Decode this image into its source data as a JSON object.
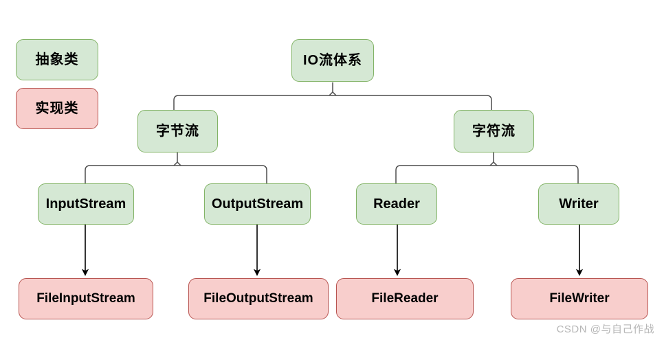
{
  "diagram": {
    "type": "tree-hierarchy",
    "title": "IO流体系",
    "colors": {
      "abstract_fill": "#d5e8d4",
      "abstract_stroke": "#82b366",
      "impl_fill": "#f8cecc",
      "impl_stroke": "#b85450",
      "connector_stroke": "#4d4d4d",
      "arrow_stroke": "#000000",
      "watermark_text": "#b6b6b6",
      "background": "#ffffff"
    },
    "legend": [
      {
        "label": "抽象类",
        "kind": "abstract"
      },
      {
        "label": "实现类",
        "kind": "impl"
      }
    ],
    "root": {
      "label": "IO流体系",
      "kind": "abstract"
    },
    "level2": [
      {
        "label": "字节流",
        "kind": "abstract"
      },
      {
        "label": "字符流",
        "kind": "abstract"
      }
    ],
    "level3": [
      {
        "label": "InputStream",
        "kind": "abstract"
      },
      {
        "label": "OutputStream",
        "kind": "abstract"
      },
      {
        "label": "Reader",
        "kind": "abstract"
      },
      {
        "label": "Writer",
        "kind": "abstract"
      }
    ],
    "level4": [
      {
        "label": "FileInputStream",
        "kind": "impl"
      },
      {
        "label": "FileOutputStream",
        "kind": "impl"
      },
      {
        "label": "FileReader",
        "kind": "impl"
      },
      {
        "label": "FileWriter",
        "kind": "impl"
      }
    ],
    "edges": [
      {
        "from": "IO流体系",
        "to": "字节流",
        "style": "bracket"
      },
      {
        "from": "IO流体系",
        "to": "字符流",
        "style": "bracket"
      },
      {
        "from": "字节流",
        "to": "InputStream",
        "style": "bracket"
      },
      {
        "from": "字节流",
        "to": "OutputStream",
        "style": "bracket"
      },
      {
        "from": "字符流",
        "to": "Reader",
        "style": "bracket"
      },
      {
        "from": "字符流",
        "to": "Writer",
        "style": "bracket"
      },
      {
        "from": "InputStream",
        "to": "FileInputStream",
        "style": "arrow"
      },
      {
        "from": "OutputStream",
        "to": "FileOutputStream",
        "style": "arrow"
      },
      {
        "from": "Reader",
        "to": "FileReader",
        "style": "arrow"
      },
      {
        "from": "Writer",
        "to": "FileWriter",
        "style": "arrow"
      }
    ]
  },
  "watermark": {
    "text": "CSDN @与自己作战"
  }
}
